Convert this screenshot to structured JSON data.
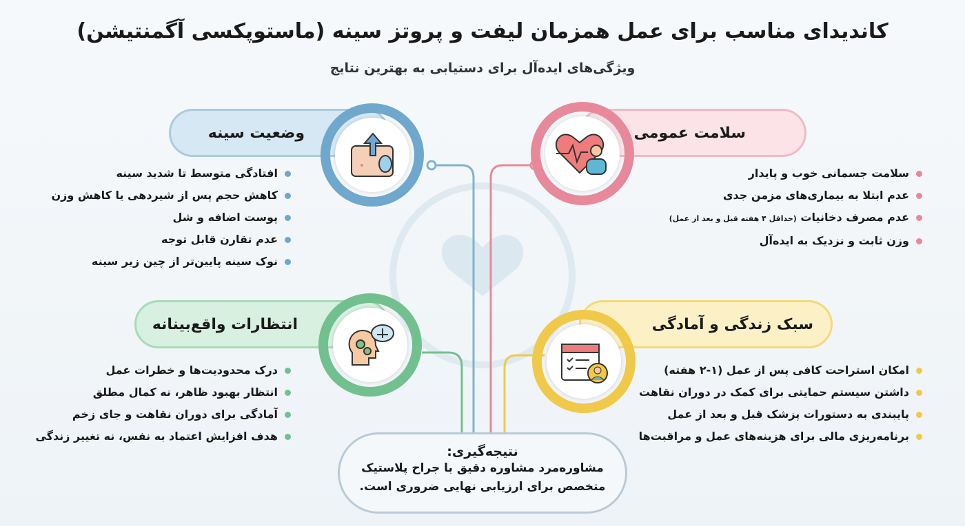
{
  "title": "کاندیدای مناسب برای عمل همزمان لیفت و پروتز سینه (ماستوپکسی آگمنتیشن)",
  "subtitle": "ویژگی‌های ایده‌آل برای دستیابی به بهترین نتایج",
  "sections": {
    "general_health": {
      "title": "سلامت عمومی",
      "icon": "heart-person-icon",
      "color": "#e8899b",
      "items": [
        "سلامت جسمانی خوب و پایدار",
        "عدم ابتلا به بیماری‌های مزمن جدی",
        "عدم مصرف دخانیات",
        "وزن ثابت و نزدیک به ایده‌آل"
      ],
      "note": "(حداقل ۴ هفته قبل و بعد از عمل)"
    },
    "breast_condition": {
      "title": "وضعیت سینه",
      "icon": "breast-lift-icon",
      "color": "#6fa8cc",
      "items": [
        "افتادگی متوسط تا شدید سینه",
        "کاهش حجم پس از شیردهی یا کاهش وزن",
        "پوست اضافه و شل",
        "عدم تقارن قابل توجه",
        "نوک سینه پایین‌تر از چین زیر سینه"
      ]
    },
    "lifestyle": {
      "title": "سبک زندگی و آمادگی",
      "icon": "calendar-checklist-icon",
      "color": "#f0c94a",
      "items": [
        "امکان استراحت کافی پس از عمل (۱-۲ هفته)",
        "داشتن سیستم حمایتی برای کمک در دوران نقاهت",
        "پایبندی به دستورات پزشک قبل و بعد از عمل",
        "برنامه‌ریزی مالی برای هزینه‌های عمل و مراقبت‌ها"
      ]
    },
    "expectations": {
      "title": "انتظارات واقع‌بینانه",
      "icon": "head-gears-scale-icon",
      "color": "#72c08f",
      "items": [
        "درک محدودیت‌ها و خطرات عمل",
        "انتظار بهبود ظاهر، نه کمال مطلق",
        "آمادگی برای دوران نقاهت و جای زخم",
        "هدف افزایش اعتماد به نفس، نه تغییر زندگی"
      ]
    }
  },
  "conclusion": {
    "heading": "نتیجه‌گیری:",
    "line1": "مشاوره‌مرد مشاوره دقیق با جراح پلاستیک",
    "line2": "متخصص برای ارزیابی نهایی ضروری است."
  }
}
